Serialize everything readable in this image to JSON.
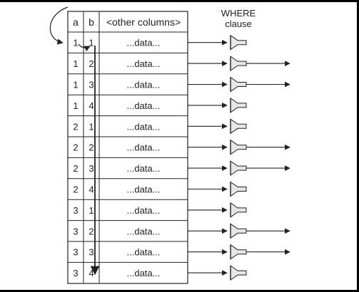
{
  "header": {
    "col_a": "a",
    "col_b": "b",
    "col_other": "<other columns>",
    "where_line1": "WHERE",
    "where_line2": "clause"
  },
  "rows": [
    {
      "a": "1",
      "b": "1",
      "data": "...data...",
      "passes": false
    },
    {
      "a": "1",
      "b": "2",
      "data": "...data...",
      "passes": true
    },
    {
      "a": "1",
      "b": "3",
      "data": "...data...",
      "passes": true
    },
    {
      "a": "1",
      "b": "4",
      "data": "...data...",
      "passes": false
    },
    {
      "a": "2",
      "b": "1",
      "data": "...data...",
      "passes": false
    },
    {
      "a": "2",
      "b": "2",
      "data": "...data...",
      "passes": true
    },
    {
      "a": "2",
      "b": "3",
      "data": "...data...",
      "passes": true
    },
    {
      "a": "2",
      "b": "4",
      "data": "...data...",
      "passes": false
    },
    {
      "a": "3",
      "b": "1",
      "data": "...data...",
      "passes": false
    },
    {
      "a": "3",
      "b": "2",
      "data": "...data...",
      "passes": true
    },
    {
      "a": "3",
      "b": "3",
      "data": "...data...",
      "passes": true
    },
    {
      "a": "3",
      "b": "4",
      "data": "...data...",
      "passes": false
    }
  ],
  "colors": {
    "line": "#222222",
    "filter_fill": "#e6e6e6"
  }
}
